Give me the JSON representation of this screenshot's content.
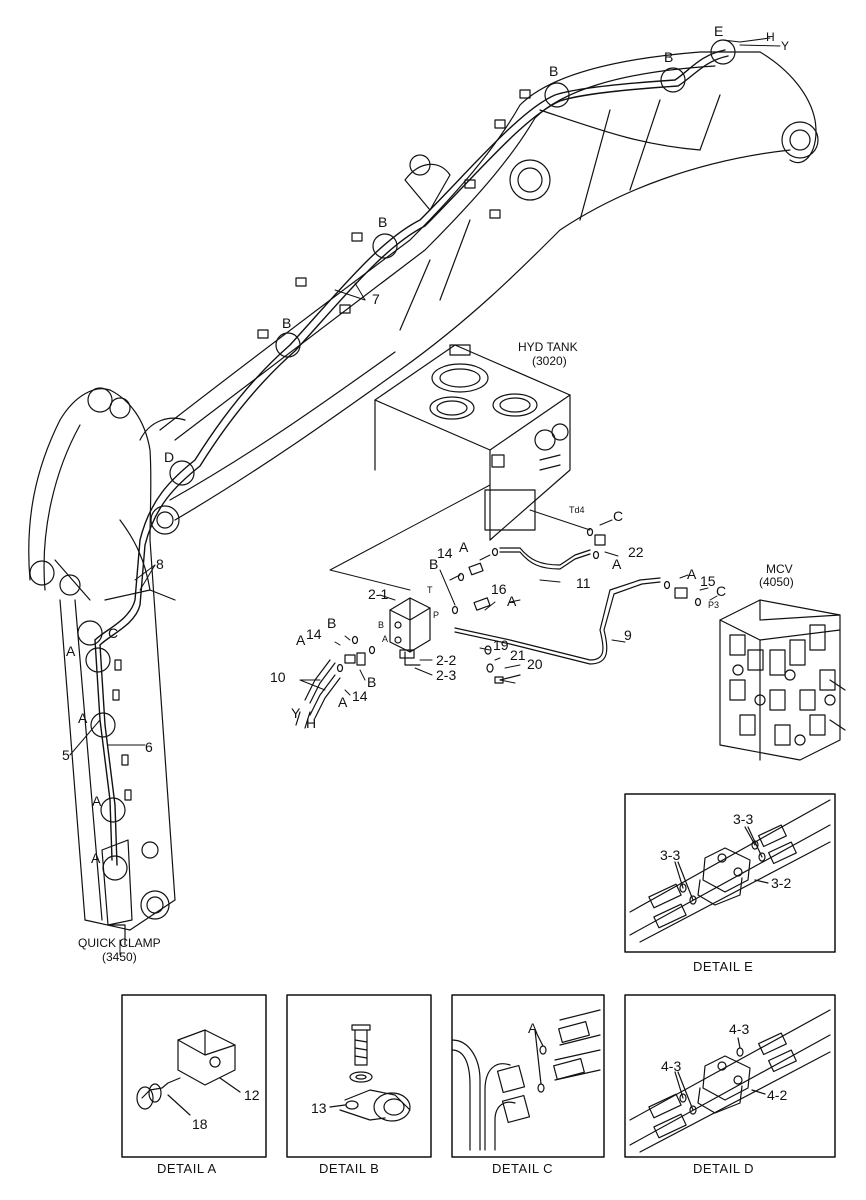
{
  "title_labels": {
    "hyd_tank": "HYD TANK",
    "hyd_tank_code": "(3020)",
    "mcv": "MCV",
    "mcv_code": "(4050)",
    "quick_clamp": "QUICK CLAMP",
    "quick_clamp_code": "(3450)",
    "td4": "Td4",
    "p3": "P3",
    "port_t": "T",
    "port_p": "P",
    "port_b": "B",
    "port_a": "A"
  },
  "callouts": {
    "E": "E",
    "H": "H",
    "Y": "Y",
    "B": "B",
    "D": "D",
    "C": "C",
    "A": "A",
    "n2_1": "2-1",
    "n2_2": "2-2",
    "n2_3": "2-3",
    "n5": "5",
    "n6": "6",
    "n7": "7",
    "n8": "8",
    "n9": "9",
    "n10": "10",
    "n11": "11",
    "n12": "12",
    "n13": "13",
    "n14": "14",
    "n15": "15",
    "n16": "16",
    "n18": "18",
    "n19": "19",
    "n20": "20",
    "n21": "21",
    "n22": "22",
    "n3_2": "3-2",
    "n3_3": "3-3",
    "n4_2": "4-2",
    "n4_3": "4-3"
  },
  "details": {
    "a": "DETAIL  A",
    "b": "DETAIL  B",
    "c": "DETAIL  C",
    "d": "DETAIL  D",
    "e": "DETAIL  E"
  }
}
